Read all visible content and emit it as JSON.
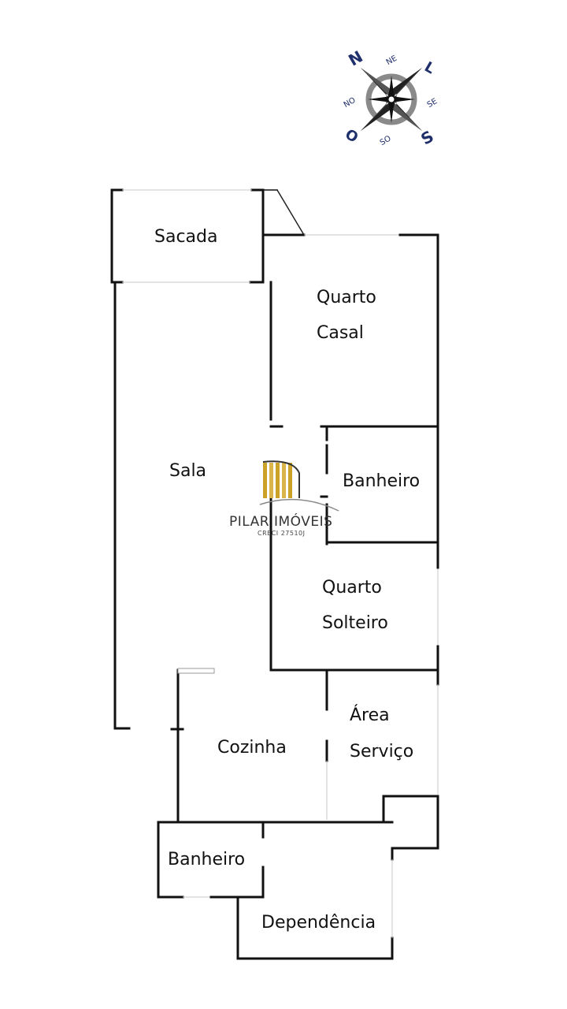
{
  "compass": {
    "north": "N",
    "east": "L",
    "south": "S",
    "west": "O",
    "northeast": "NE",
    "southeast": "SE",
    "southwest": "SO",
    "northwest": "NO"
  },
  "rooms": {
    "sacada": "Sacada",
    "quarto_casal_1": "Quarto",
    "quarto_casal_2": "Casal",
    "sala": "Sala",
    "banheiro_suite": "Banheiro",
    "quarto_solteiro_1": "Quarto",
    "quarto_solteiro_2": "Solteiro",
    "area_servico_1": "Área",
    "area_servico_2": "Serviço",
    "cozinha": "Cozinha",
    "banheiro_dep": "Banheiro",
    "dependencia": "Dependência"
  },
  "watermark": {
    "brand": "PILAR IMÓVEIS",
    "creci": "CRECI 27510J",
    "accent_color": "#c9a227"
  }
}
